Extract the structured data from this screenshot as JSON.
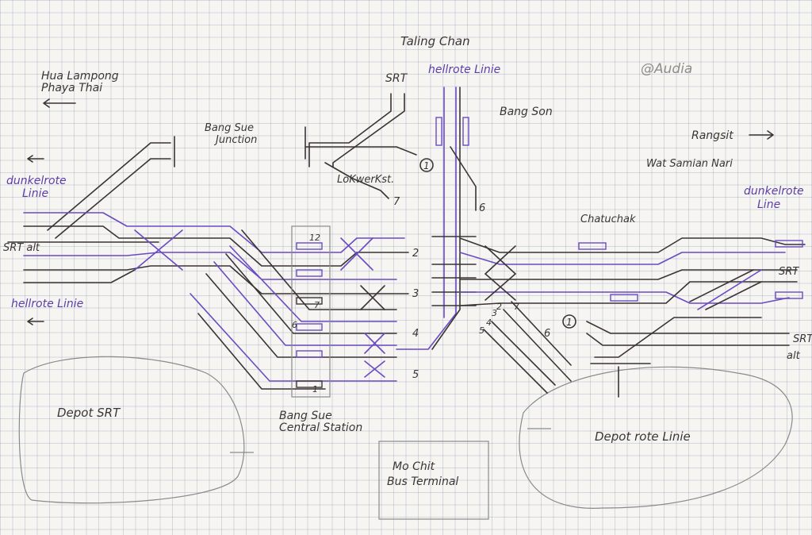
{
  "labels": {
    "taling_chan": "Taling Chan",
    "hellrote_top": "hellrote Linie",
    "hua_lampong": "Hua Lampong",
    "phaya_thai": "Phaya Thai",
    "watermark": "@Audia",
    "srt_top": "SRT",
    "bang_son": "Bang Son",
    "bang_sue_junction_1": "Bang Sue",
    "bang_sue_junction_2": "Junction",
    "rangsit": "Rangsit",
    "wat_samian_nari": "Wat Samian Nari",
    "dunkelrote_left_1": "dunkelrote",
    "dunkelrote_left_2": "Linie",
    "dunkelrote_right_1": "dunkelrote",
    "dunkelrote_right_2": "Line",
    "lokwerkst": "LoKwerKst.",
    "chatuchak": "Chatuchak",
    "srt_alt_left": "SRT alt",
    "srt_right": "SRT",
    "srt_alt_right_1": "SRT",
    "srt_alt_right_2": "alt",
    "hellrote_left": "hellrote Linie",
    "depot_srt": "Depot SRT",
    "bang_sue_central_1": "Bang Sue",
    "bang_sue_central_2": "Central Station",
    "depot_rote": "Depot rote Linie",
    "mo_chit_1": "Mo Chit",
    "mo_chit_2": "Bus Terminal",
    "circle_1_top": "1",
    "circle_1_right": "1",
    "track_2": "2",
    "track_3": "3",
    "track_4": "4",
    "track_5": "5",
    "track_6": "6",
    "track_7": "7",
    "track_6_lower": "6",
    "platform_12": "12",
    "platform_7": "7",
    "platform_6": "6",
    "platform_1": "1",
    "branch_2": "2",
    "branch_3": "3",
    "branch_4": "4",
    "branch_5": "5",
    "branch_7": "7"
  },
  "colors": {
    "paper": "#f6f5f1",
    "grid": "#8ca0be",
    "ink_black": "#3a3434",
    "ink_purple": "#6a4bc4"
  }
}
